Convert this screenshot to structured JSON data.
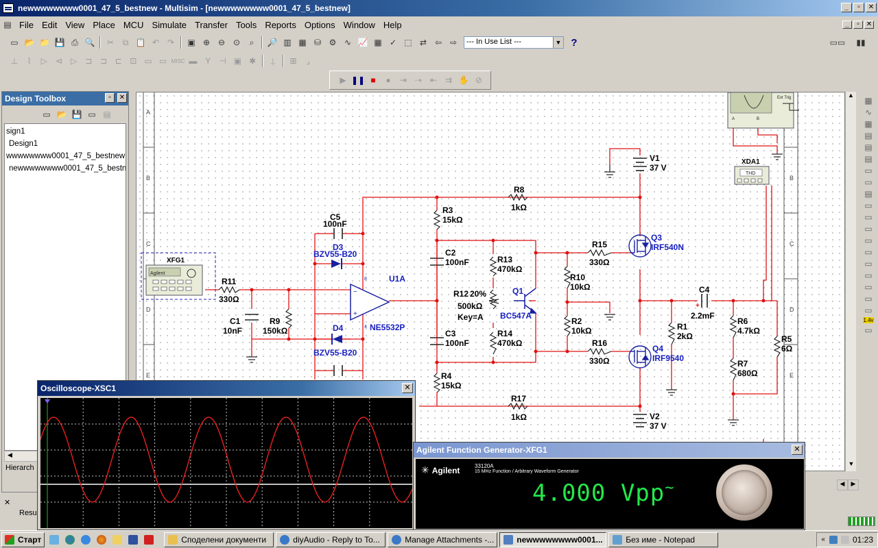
{
  "window": {
    "title": "newwwwwwww0001_47_5_bestnew - Multisim - [newwwwwwww0001_47_5_bestnew]"
  },
  "menu": [
    "File",
    "Edit",
    "View",
    "Place",
    "MCU",
    "Simulate",
    "Transfer",
    "Tools",
    "Reports",
    "Options",
    "Window",
    "Help"
  ],
  "toolbar": {
    "in_use_list": "--- In Use List ---",
    "help_icon": "?"
  },
  "design_toolbox": {
    "title": "Design Toolbox",
    "items": [
      "sign1",
      "Design1",
      "wwwwwwww0001_47_5_bestnew",
      "newwwwwwww0001_47_5_bestn"
    ],
    "hierarchy_tab": "Hierarch",
    "result_tab": "Resu"
  },
  "schematic": {
    "instruments": {
      "xfg1": "XFG1",
      "xfg1_brand": "Agilent",
      "xda1": "XDA1",
      "xda1_screen": "THD",
      "xsc_ext_trig": "Ext Trig",
      "xsc_a": "A",
      "xsc_b": "B"
    },
    "components": [
      {
        "ref": "V1",
        "value": "37 V"
      },
      {
        "ref": "V2",
        "value": "37 V"
      },
      {
        "ref": "R8",
        "value": "1kΩ"
      },
      {
        "ref": "R3",
        "value": "15kΩ"
      },
      {
        "ref": "C5",
        "value": "100nF"
      },
      {
        "ref": "D3",
        "value": "BZV55-B20"
      },
      {
        "ref": "C2",
        "value": "100nF"
      },
      {
        "ref": "R13",
        "value": "470kΩ"
      },
      {
        "ref": "R15",
        "value": "330Ω"
      },
      {
        "ref": "Q3",
        "value": "IRF540N"
      },
      {
        "ref": "U1A",
        "value": "NE5532P"
      },
      {
        "ref": "R11",
        "value": "330Ω"
      },
      {
        "ref": "C1",
        "value": "10nF"
      },
      {
        "ref": "R9",
        "value": "150kΩ"
      },
      {
        "ref": "R12",
        "value": "500kΩ"
      },
      {
        "ref": "Q1",
        "value": "BC547A"
      },
      {
        "ref": "R10",
        "value": "10kΩ"
      },
      {
        "ref": "C4",
        "value": "2.2mF"
      },
      {
        "ref": "R1",
        "value": "2kΩ"
      },
      {
        "ref": "R6",
        "value": "4.7kΩ"
      },
      {
        "ref": "R5",
        "value": "6Ω"
      },
      {
        "ref": "D4",
        "value": "BZV55-B20"
      },
      {
        "ref": "C3",
        "value": "100nF"
      },
      {
        "ref": "R14",
        "value": "470kΩ"
      },
      {
        "ref": "R2",
        "value": "10kΩ"
      },
      {
        "ref": "R16",
        "value": "330Ω"
      },
      {
        "ref": "Q4",
        "value": "IRF9540"
      },
      {
        "ref": "R7",
        "value": "680Ω"
      },
      {
        "ref": "R4",
        "value": "15kΩ"
      },
      {
        "ref": "R17",
        "value": "1kΩ"
      }
    ],
    "r12_percent": "20%",
    "r12_key": "Key=A",
    "pin_labels": [
      "8",
      "4"
    ],
    "row_labels": [
      "A",
      "B",
      "C",
      "D",
      "E"
    ]
  },
  "oscilloscope": {
    "title": "Oscilloscope-XSC1",
    "trace_color": "#e82020",
    "cycles_visible": 4.8
  },
  "function_generator": {
    "title": "Agilent Function Generator-XFG1",
    "brand": "Agilent",
    "model": "33120A",
    "subtitle": "15 MHz Function / Arbitrary Waveform Generator",
    "display": "4.000 Vpp",
    "display_suffix": "~",
    "display_color": "#23e84a"
  },
  "taskbar": {
    "start": "Старт",
    "buttons": [
      {
        "label": "Споделени документи",
        "color": "#e8c050"
      },
      {
        "label": "diyAudio - Reply to To...",
        "color": "#3a78c8"
      },
      {
        "label": "Manage Attachments -...",
        "color": "#3a78c8"
      },
      {
        "label": "newwwwwwww0001...",
        "color": "#5080c0"
      },
      {
        "label": "Без име - Notepad",
        "color": "#60a0d0"
      }
    ],
    "clock": "01:23"
  }
}
